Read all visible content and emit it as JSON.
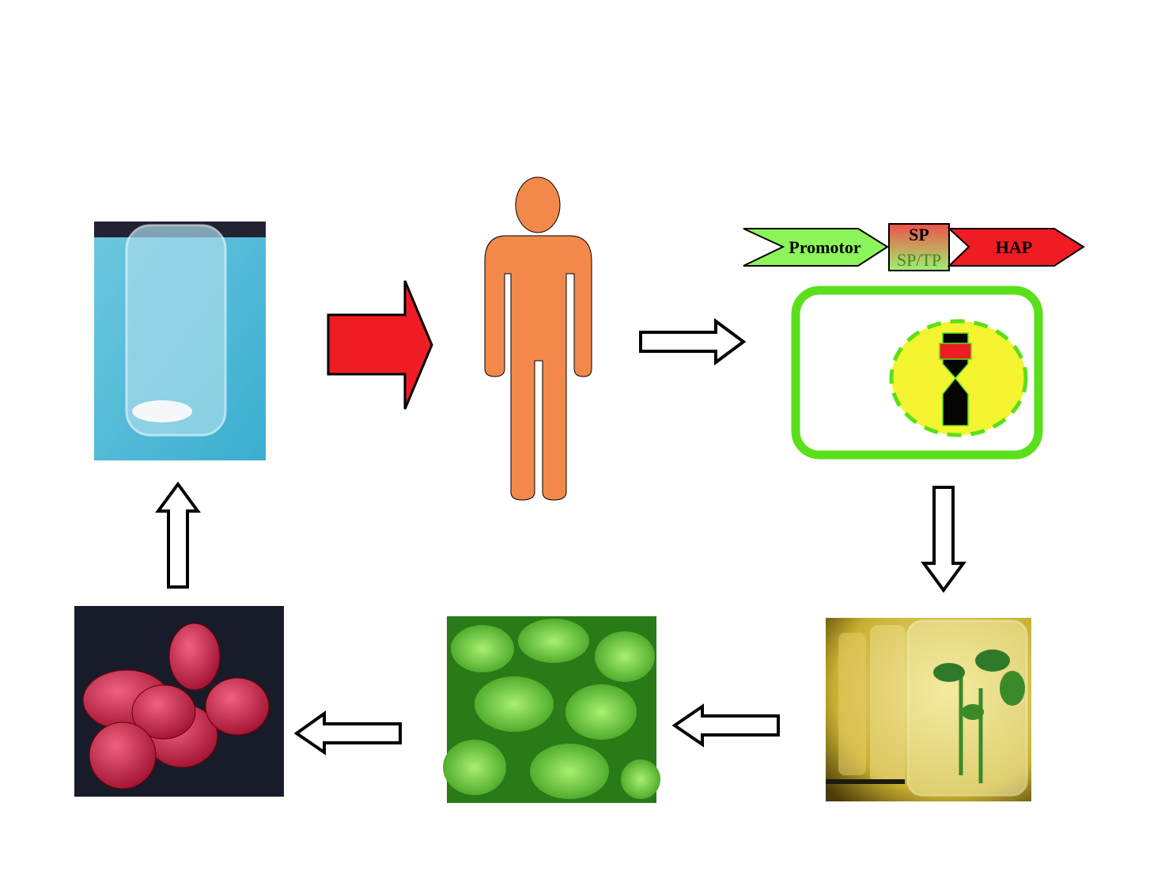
{
  "construct": {
    "promoter_label": "Promotor",
    "sp_label": "SP",
    "sptp_label": "SP/TP",
    "hap_label": "HAP"
  },
  "colors": {
    "promoter": "#8cf55a",
    "hap": "#f01c24",
    "person": "#f2894a",
    "cell_border": "#5ae01a",
    "nucleus": "#f4f430",
    "big_arrow": "#f01c24"
  },
  "panels": [
    "vial-photo",
    "human-figure",
    "transgenic-cell",
    "tissue-culture-photo",
    "potato-plants-photo",
    "potato-tubers-photo"
  ]
}
